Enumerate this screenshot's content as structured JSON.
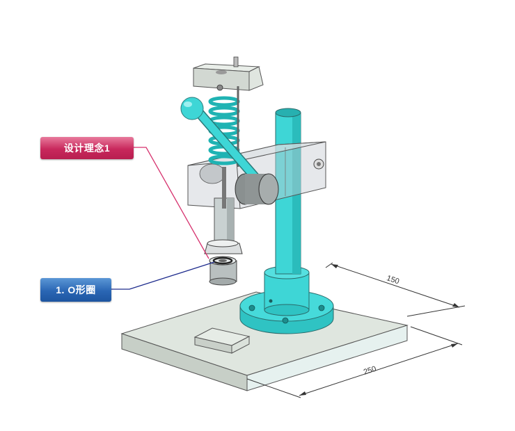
{
  "callouts": {
    "design_concept": "设计理念1",
    "o_ring": "1. O形圈"
  },
  "dimensions": {
    "depth": "150",
    "width": "250"
  },
  "colors": {
    "cyan_part": "#3ed6d6",
    "callout_pink": "#c8285c",
    "callout_blue": "#2a66b4",
    "leader_pink": "#d6326e",
    "leader_blue": "#1c2a8c"
  }
}
